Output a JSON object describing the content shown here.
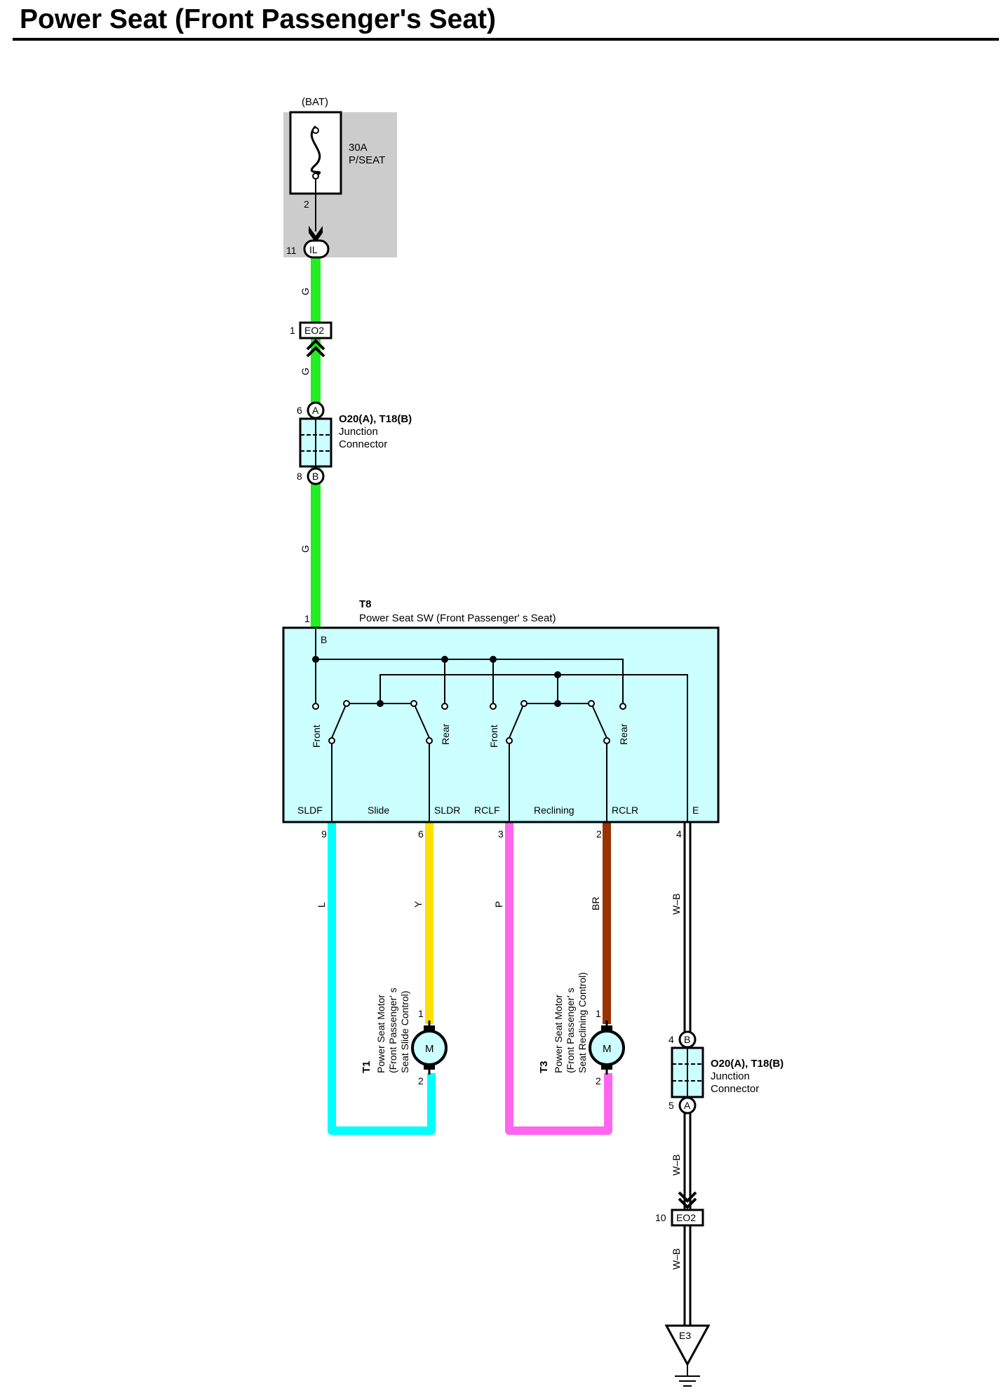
{
  "title": "Power Seat (Front Passenger's Seat)",
  "colors": {
    "G": "#22ee22",
    "L": "#00ffff",
    "Y": "#ffe000",
    "P": "#ff66ee",
    "BR": "#993300",
    "WB": "#ffffff",
    "switch_fill": "#ccffff",
    "fuse_box_fill": "#cccccc"
  },
  "fuse": {
    "source": "(BAT)",
    "rating": "30A",
    "name": "P/SEAT",
    "pin": "2",
    "connector_pin": "11",
    "connector": "IL"
  },
  "wire_labels": {
    "g1": "G",
    "g2": "G",
    "g3": "G",
    "l": "L",
    "y": "Y",
    "p": "P",
    "br": "BR",
    "wb1": "W–B",
    "wb2": "W–B",
    "wb3": "W–B"
  },
  "eo2_top": {
    "pin": "1",
    "name": "EO2"
  },
  "junction_top": {
    "pin_a": "6",
    "pin_b": "8",
    "a": "A",
    "b": "B",
    "name": "O20(A), T18(B)",
    "line1": "Junction",
    "line2": "Connector"
  },
  "switch": {
    "code": "T8",
    "name": "Power Seat SW (Front Passenger'  s Seat)",
    "pin_in": "1",
    "b": "B",
    "front1": "Front",
    "rear1": "Rear",
    "front2": "Front",
    "rear2": "Rear",
    "sldf": "SLDF",
    "slide": "Slide",
    "sldr": "SLDR",
    "rclf": "RCLF",
    "reclining": "Reclining",
    "rclr": "RCLR",
    "e": "E",
    "pin_sldf": "9",
    "pin_sldr": "6",
    "pin_rclf": "3",
    "pin_rclr": "2",
    "pin_e": "4"
  },
  "motor_slide": {
    "code": "T1",
    "line1": "Power Seat Motor",
    "line2": "(Front Passenger'  s",
    "line3": "Seat Slide Control)",
    "m": "M",
    "pin1": "1",
    "pin2": "2"
  },
  "motor_recline": {
    "code": "T3",
    "line1": "Power Seat Motor",
    "line2": "(Front Passenger'  s",
    "line3": "Seat Reclining Control)",
    "m": "M",
    "pin1": "1",
    "pin2": "2"
  },
  "junction_bottom": {
    "pin_b": "4",
    "pin_a": "5",
    "b": "B",
    "a": "A",
    "name": "O20(A), T18(B)",
    "line1": "Junction",
    "line2": "Connector"
  },
  "eo2_bottom": {
    "pin": "10",
    "name": "EO2"
  },
  "ground": {
    "name": "E3"
  }
}
